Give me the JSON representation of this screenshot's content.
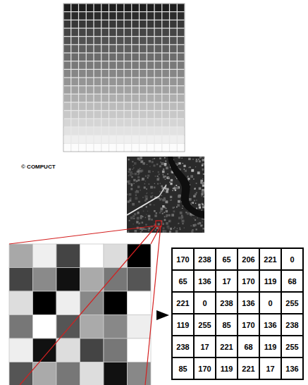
{
  "diagram": {
    "labels": [
      "© COMPUCT",
      "170",
      "238",
      "65",
      "206",
      "221",
      "0",
      "65",
      "136",
      "17",
      "170",
      "119",
      "68",
      "221",
      "0",
      "238",
      "136",
      "0",
      "255",
      "119",
      "255",
      "85",
      "170",
      "136",
      "238",
      "238",
      "17",
      "221",
      "68",
      "119",
      "255",
      "85",
      "170",
      "119",
      "221",
      "17",
      "136"
    ]
  }
}
